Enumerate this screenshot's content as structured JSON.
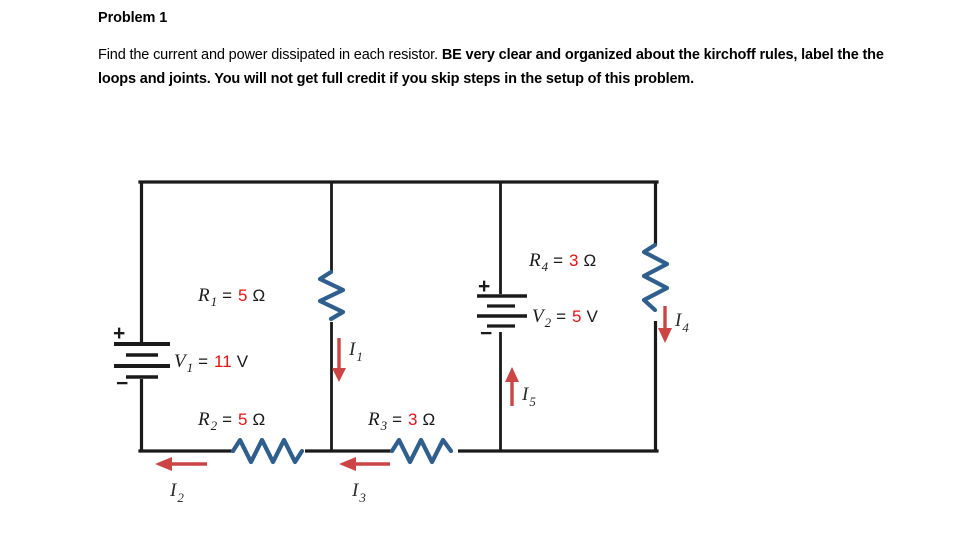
{
  "problem": {
    "title": "Problem 1",
    "prompt_plain": "Find the current and power dissipated in each resistor.  ",
    "prompt_bold": "BE very clear and organized about the kirchoff rules, label the the loops and joints. You will not get full credit if you skip steps in the setup of this problem."
  },
  "colors": {
    "wire": "#1a1a1a",
    "resistor": "#2f5f8e",
    "current_arrow": "#cc4444",
    "value_red": "#ee1111",
    "label_text": "#1a1a1a",
    "background": "#ffffff"
  },
  "circuit": {
    "diagram_type": "dc-resistive-network",
    "components": [
      {
        "id": "V1",
        "kind": "battery",
        "symbol_name": "battery-symbol",
        "label_name": "V",
        "label_sub": "1",
        "equals": "=",
        "value": "11",
        "unit": "V",
        "full_label": "V1 = 11 V",
        "orientation": "vertical",
        "polarity_top": "+",
        "polarity_bottom": "−"
      },
      {
        "id": "V2",
        "kind": "battery",
        "symbol_name": "battery-symbol",
        "label_name": "V",
        "label_sub": "2",
        "equals": "=",
        "value": "5",
        "unit": "V",
        "full_label": "V2 = 5 V",
        "orientation": "vertical",
        "polarity_top": "+",
        "polarity_bottom": "−"
      },
      {
        "id": "R1",
        "kind": "resistor",
        "symbol_name": "resistor-symbol",
        "label_name": "R",
        "label_sub": "1",
        "equals": "=",
        "value": "5",
        "unit": "Ω",
        "full_label": "R1 = 5 Ω",
        "orientation": "vertical"
      },
      {
        "id": "R2",
        "kind": "resistor",
        "symbol_name": "resistor-symbol",
        "label_name": "R",
        "label_sub": "2",
        "equals": "=",
        "value": "5",
        "unit": "Ω",
        "full_label": "R2 = 5 Ω",
        "orientation": "horizontal"
      },
      {
        "id": "R3",
        "kind": "resistor",
        "symbol_name": "resistor-symbol",
        "label_name": "R",
        "label_sub": "3",
        "equals": "=",
        "value": "3",
        "unit": "Ω",
        "full_label": "R3 = 3 Ω",
        "orientation": "horizontal"
      },
      {
        "id": "R4",
        "kind": "resistor",
        "symbol_name": "resistor-symbol",
        "label_name": "R",
        "label_sub": "4",
        "equals": "=",
        "value": "3",
        "unit": "Ω",
        "full_label": "R4 = 3 Ω",
        "orientation": "vertical"
      }
    ],
    "currents": [
      {
        "id": "I1",
        "label_name": "I",
        "label_sub": "1",
        "full_label": "I1",
        "direction": "down",
        "arrow_name": "current-arrow-down"
      },
      {
        "id": "I2",
        "label_name": "I",
        "label_sub": "2",
        "full_label": "I2",
        "direction": "left",
        "arrow_name": "current-arrow-left"
      },
      {
        "id": "I3",
        "label_name": "I",
        "label_sub": "3",
        "full_label": "I3",
        "direction": "left",
        "arrow_name": "current-arrow-left"
      },
      {
        "id": "I4",
        "label_name": "I",
        "label_sub": "4",
        "full_label": "I4",
        "direction": "down",
        "arrow_name": "current-arrow-down"
      },
      {
        "id": "I5",
        "label_name": "I",
        "label_sub": "5",
        "full_label": "I5",
        "direction": "up",
        "arrow_name": "current-arrow-up"
      }
    ]
  }
}
